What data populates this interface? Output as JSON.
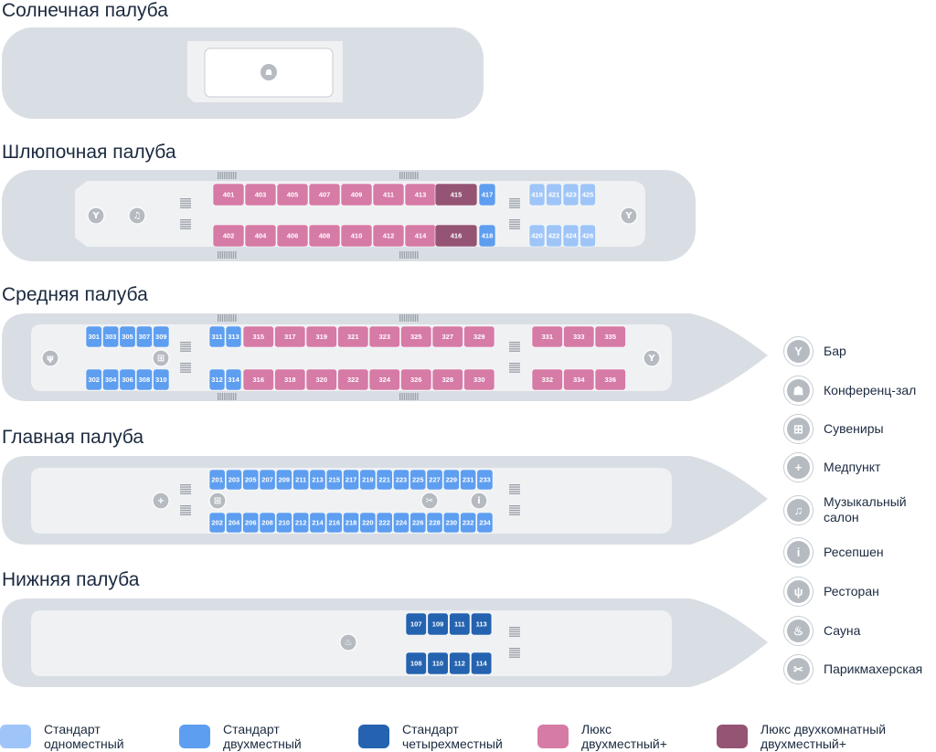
{
  "decks": [
    {
      "id": "sun",
      "title": "Солнечная палуба"
    },
    {
      "id": "boat",
      "title": "Шлюпочная палуба"
    },
    {
      "id": "middle",
      "title": "Средняя палуба"
    },
    {
      "id": "main",
      "title": "Главная палуба"
    },
    {
      "id": "lower",
      "title": "Нижняя палуба"
    }
  ],
  "colors": {
    "standard_single": "#9fc5f8",
    "standard_double": "#5e9ef0",
    "standard_quad": "#2563b0",
    "lux_double": "#d67aa6",
    "lux_two_room": "#955474",
    "hull": "#d9dee4",
    "deck": "#eff1f3"
  },
  "cabins": {
    "boat_top_lux": [
      "401",
      "403",
      "405",
      "407",
      "409",
      "411",
      "413"
    ],
    "boat_top_lux2": [
      "415"
    ],
    "boat_top_std2": [
      "417"
    ],
    "boat_top_std1": [
      "419",
      "421",
      "423",
      "425"
    ],
    "boat_bottom_lux": [
      "402",
      "404",
      "406",
      "408",
      "410",
      "412",
      "414"
    ],
    "boat_bottom_lux2": [
      "416"
    ],
    "boat_bottom_std2": [
      "418"
    ],
    "boat_bottom_std1": [
      "420",
      "422",
      "424",
      "426"
    ],
    "middle_top_std2_a": [
      "301",
      "303",
      "305",
      "307",
      "309"
    ],
    "middle_top_std2_b": [
      "311",
      "313"
    ],
    "middle_top_lux_a": [
      "315",
      "317",
      "319",
      "321",
      "323",
      "325",
      "327",
      "329"
    ],
    "middle_top_lux_b": [
      "331",
      "333",
      "335"
    ],
    "middle_bottom_std2_a": [
      "302",
      "304",
      "306",
      "308",
      "310"
    ],
    "middle_bottom_std2_b": [
      "312",
      "314"
    ],
    "middle_bottom_lux_a": [
      "316",
      "318",
      "320",
      "322",
      "324",
      "326",
      "328",
      "330"
    ],
    "middle_bottom_lux_b": [
      "332",
      "334",
      "336"
    ],
    "main_top": [
      "201",
      "203",
      "205",
      "207",
      "209",
      "211",
      "213",
      "215",
      "217",
      "219",
      "221",
      "223",
      "225",
      "227",
      "229",
      "231",
      "233"
    ],
    "main_bottom": [
      "202",
      "204",
      "206",
      "208",
      "210",
      "212",
      "214",
      "216",
      "218",
      "220",
      "222",
      "224",
      "226",
      "228",
      "230",
      "232",
      "234"
    ],
    "lower_top": [
      "107",
      "109",
      "111",
      "113"
    ],
    "lower_bottom": [
      "108",
      "110",
      "112",
      "114"
    ]
  },
  "facilities": [
    {
      "icon": "bar-icon",
      "glyph": "Y",
      "label": "Бар"
    },
    {
      "icon": "conference-hall-icon",
      "glyph": "☗",
      "label": "Конференц-зал"
    },
    {
      "icon": "souvenirs-icon",
      "glyph": "⊞",
      "label": "Сувениры"
    },
    {
      "icon": "medical-icon",
      "glyph": "+",
      "label": "Медпункт"
    },
    {
      "icon": "music-salon-icon",
      "glyph": "♫",
      "label": "Музыкальный салон",
      "line1": "Музыкальный",
      "line2": "салон"
    },
    {
      "icon": "reception-icon",
      "glyph": "i",
      "label": "Ресепшен"
    },
    {
      "icon": "restaurant-icon",
      "glyph": "ψ",
      "label": "Ресторан"
    },
    {
      "icon": "sauna-icon",
      "glyph": "♨",
      "label": "Сауна"
    },
    {
      "icon": "hairdresser-icon",
      "glyph": "✂",
      "label": "Парикмахерская"
    }
  ],
  "categories": [
    {
      "key": "standard_single",
      "line1": "Стандарт",
      "line2": "одноместный"
    },
    {
      "key": "standard_double",
      "line1": "Стандарт",
      "line2": "двухместный"
    },
    {
      "key": "standard_quad",
      "line1": "Стандарт",
      "line2": "четырехместный"
    },
    {
      "key": "lux_double",
      "line1": "Люкс",
      "line2": "двухместный+"
    },
    {
      "key": "lux_two_room",
      "line1": "Люкс двухкомнатный",
      "line2": "двухместный+"
    }
  ]
}
